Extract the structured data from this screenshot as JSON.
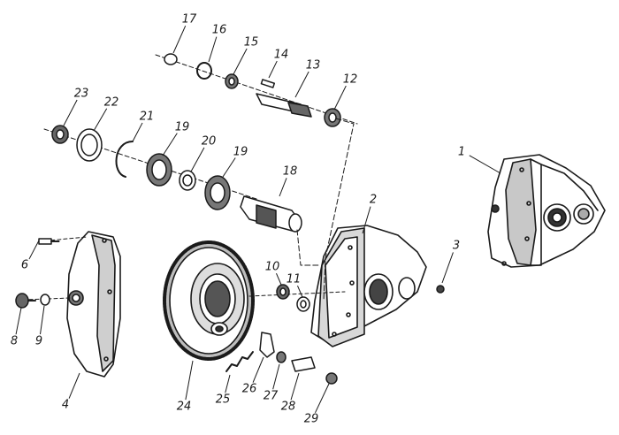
{
  "labels": [
    "1",
    "2",
    "3",
    "4",
    "6",
    "8",
    "9",
    "10",
    "11",
    "12",
    "13",
    "14",
    "15",
    "16",
    "17",
    "18",
    "19",
    "19",
    "20",
    "21",
    "22",
    "23",
    "24",
    "25",
    "26",
    "27",
    "28",
    "29"
  ],
  "colors": {
    "ink": "#1a1a1a",
    "paper": "#ffffff",
    "shade": "#9a9a9a"
  }
}
